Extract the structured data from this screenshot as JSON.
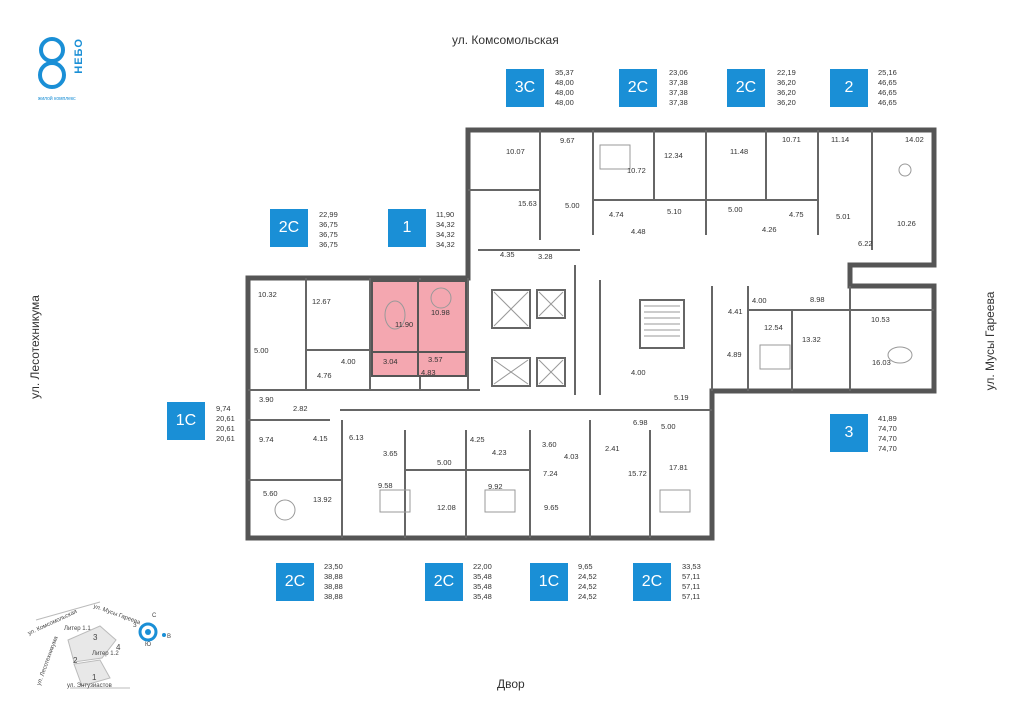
{
  "logo": {
    "word": "НЕБО",
    "subtitle": "жилой комплекс"
  },
  "streets": {
    "top": "ул. Комсомольская",
    "left": "ул. Лесотехникума",
    "right": "ул. Мусы Гареева",
    "bottom": "Двор"
  },
  "colors": {
    "accent": "#1a8fd6",
    "highlight": "#f4a7b0",
    "wall": "#555555"
  },
  "units": [
    {
      "id": "u1",
      "type": "3С",
      "areas": [
        "35,37",
        "48,00",
        "48,00",
        "48,00"
      ]
    },
    {
      "id": "u2",
      "type": "2С",
      "areas": [
        "23,06",
        "37,38",
        "37,38",
        "37,38"
      ]
    },
    {
      "id": "u3",
      "type": "2С",
      "areas": [
        "22,19",
        "36,20",
        "36,20",
        "36,20"
      ]
    },
    {
      "id": "u4",
      "type": "2",
      "areas": [
        "25,16",
        "46,65",
        "46,65",
        "46,65"
      ]
    },
    {
      "id": "u5",
      "type": "2С",
      "areas": [
        "22,99",
        "36,75",
        "36,75",
        "36,75"
      ]
    },
    {
      "id": "u6",
      "type": "1",
      "areas": [
        "11,90",
        "34,32",
        "34,32",
        "34,32"
      ]
    },
    {
      "id": "u7",
      "type": "1С",
      "areas": [
        "9,74",
        "20,61",
        "20,61",
        "20,61"
      ]
    },
    {
      "id": "u8",
      "type": "3",
      "areas": [
        "41,89",
        "74,70",
        "74,70",
        "74,70"
      ]
    },
    {
      "id": "u9",
      "type": "2С",
      "areas": [
        "23,50",
        "38,88",
        "38,88",
        "38,88"
      ]
    },
    {
      "id": "u10",
      "type": "2С",
      "areas": [
        "22,00",
        "35,48",
        "35,48",
        "35,48"
      ]
    },
    {
      "id": "u11",
      "type": "1С",
      "areas": [
        "9,65",
        "24,52",
        "24,52",
        "24,52"
      ]
    },
    {
      "id": "u12",
      "type": "2С",
      "areas": [
        "33,53",
        "57,11",
        "57,11",
        "57,11"
      ]
    }
  ],
  "rooms": [
    "10.07",
    "9.67",
    "10.72",
    "12.34",
    "11.48",
    "10.71",
    "11.14",
    "14.02",
    "15.63",
    "5.00",
    "4.74",
    "5.10",
    "5.00",
    "4.75",
    "5.01",
    "10.26",
    "4.48",
    "4.26",
    "6.22",
    "4.35",
    "3.28",
    "10.32",
    "12.67",
    "11.90",
    "10.98",
    "5.00",
    "4.00",
    "3.04",
    "3.57",
    "4.76",
    "4.83",
    "4.00",
    "8.98",
    "4.41",
    "10.53",
    "12.54",
    "13.32",
    "16.03",
    "4.89",
    "3.90",
    "2.82",
    "4.00",
    "5.19",
    "9.74",
    "4.15",
    "6.13",
    "3.65",
    "4.25",
    "4.23",
    "3.60",
    "4.03",
    "6.98",
    "5.00",
    "2.41",
    "17.81",
    "5.00",
    "7.24",
    "15.72",
    "5.60",
    "9.58",
    "12.08",
    "9.92",
    "9.65",
    "13.92"
  ],
  "compass": {
    "streets": [
      "ул. Комсомольская",
      "ул. Мусы Гареева",
      "ул. Лесотехникума",
      "ул. Энтузиастов"
    ],
    "entrances": [
      "Литер 1.1",
      "Литер 1.2"
    ],
    "sections": [
      "1",
      "2",
      "3",
      "4"
    ],
    "directions": [
      "С",
      "Ю",
      "З",
      "В"
    ]
  }
}
